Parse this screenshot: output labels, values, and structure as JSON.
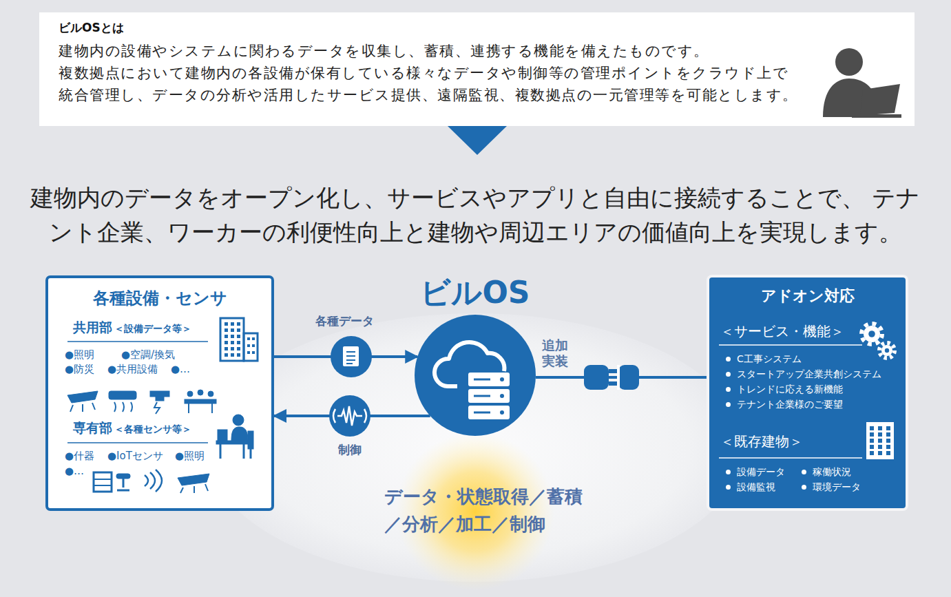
{
  "diagram": {
    "title": "建物内のデータをオープン化し、サービスやアプリと自由に接続することで、 テナント企業、ワーカーの利便性向上と建物や周辺エリアの価値向上を実現します。",
    "nodes": [
      {
        "text": [
          "ビルOSとは",
          "建物内の設備やシステムに関わるデータを収集し、蓄積、連携する機能を備えたものです。",
          "複数拠点において建物内の各設備が保有している様々なデータや制御等の管理ポイントをクラウド上で 統合管理し、データの分析や活用したサービス提供、遠隔監視、複数拠点の一元管理等を可能とします。"
        ]
      },
      {
        "text": [
          "各種設備・センサ",
          "共用部",
          "＜設備データ等＞",
          "●照明",
          "●空調/換気",
          "●防災",
          "●共用設備",
          "●…",
          "専有部",
          "＜各種センサ等＞",
          "●什器",
          "●IoTセンサ",
          "●照明",
          "●…"
        ]
      },
      {
        "text": [
          "データ・状態取得／蓄積 ／分析／加工／制御"
        ]
      },
      {
        "text": [
          "ビルOS"
        ],
        "in": 2
      },
      {
        "text": [
          "アドオン対応",
          "＜サービス・機能＞",
          "C工事システム",
          "スタートアップ企業共創システム",
          "トレンドに応える新機能",
          "テナント企業様のご要望",
          "＜既存建物＞",
          "設備データ",
          "稼働状況",
          "設備監視",
          "環境データ"
        ]
      }
    ],
    "edges": [
      {
        "from": 1,
        "to": 3,
        "label": "各種データ",
        "arrow": "to"
      },
      {
        "from": 3,
        "to": 1,
        "label": "制御",
        "arrow": "to"
      },
      {
        "from": 3,
        "to": 4,
        "label": "追加 実装",
        "arrow": "none"
      }
    ]
  }
}
